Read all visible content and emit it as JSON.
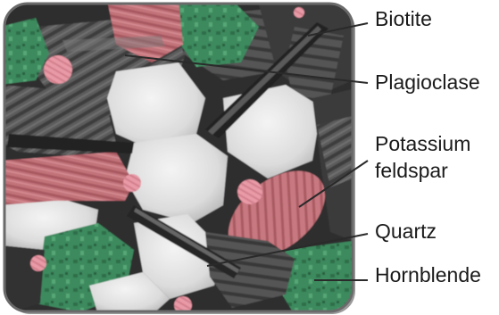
{
  "diagram": {
    "labels": {
      "biotite": "Biotite",
      "plagioclase": "Plagioclase",
      "potassium": "Potassium",
      "feldspar": "feldspar",
      "quartz": "Quartz",
      "hornblende": "Hornblende"
    },
    "colors": {
      "biotite": "#3a3a3a",
      "plagioclase_light": "#d9d9d9",
      "plagioclase_dark": "#6f6f6f",
      "potassium_feldspar": "#c07077",
      "potassium_feldspar_pink": "#e39aa5",
      "quartz": "#e4e4e4",
      "hornblende": "#3f8a60",
      "leader_line": "#2a2a2a",
      "frame_shadow": "#777777"
    }
  }
}
